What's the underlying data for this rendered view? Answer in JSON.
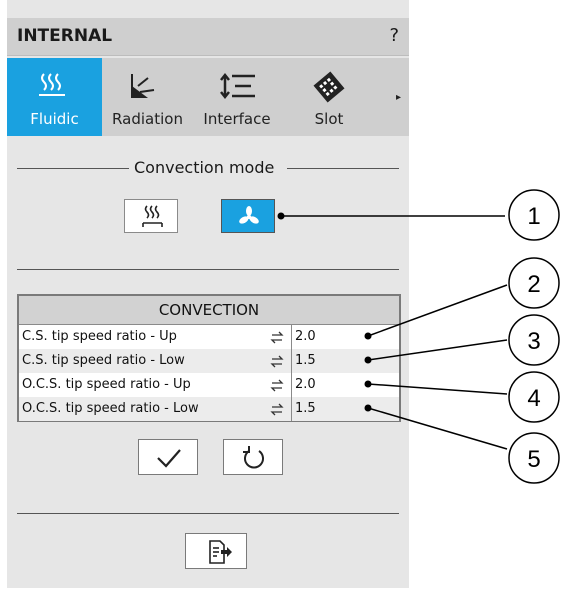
{
  "header": {
    "title": "INTERNAL",
    "help": "?"
  },
  "tabs": [
    {
      "label": "Fluidic",
      "icon": "heat-waves-icon",
      "active": true
    },
    {
      "label": "Radiation",
      "icon": "radiation-icon",
      "active": false
    },
    {
      "label": "Interface",
      "icon": "interface-icon",
      "active": false
    },
    {
      "label": "Slot",
      "icon": "slot-icon",
      "active": false
    }
  ],
  "tabs_more": "▸",
  "convection_mode": {
    "title": "Convection mode",
    "options": [
      {
        "icon": "natural-convection-icon",
        "selected": false
      },
      {
        "icon": "fan-icon",
        "selected": true
      }
    ]
  },
  "convection": {
    "header": "CONVECTION",
    "rows": [
      {
        "name": "C.S. tip speed ratio - Up",
        "value": "2.0"
      },
      {
        "name": "C.S. tip speed ratio - Low",
        "value": "1.5"
      },
      {
        "name": "O.C.S. tip speed ratio - Up",
        "value": "2.0"
      },
      {
        "name": "O.C.S. tip speed ratio - Low",
        "value": "1.5"
      }
    ]
  },
  "actions": {
    "apply_icon": "check-icon",
    "reset_icon": "reset-icon",
    "exit_icon": "exit-icon"
  },
  "callouts": [
    "1",
    "2",
    "3",
    "4",
    "5"
  ],
  "colors": {
    "accent": "#1aa1e0",
    "panel": "#e6e6e6",
    "header": "#cfcfcf"
  }
}
